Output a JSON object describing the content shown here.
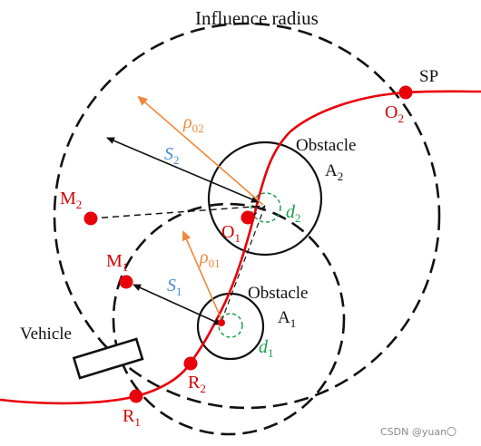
{
  "title": "Influence radius",
  "labels": {
    "sp": "SP",
    "obstacle_a2_name": "Obstacle",
    "obstacle_a2_id": "A",
    "obstacle_a2_sub": "2",
    "obstacle_a1_name": "Obstacle",
    "obstacle_a1_id": "A",
    "obstacle_a1_sub": "1",
    "vehicle": "Vehicle",
    "m2": "M",
    "m2_sub": "2",
    "m1": "M",
    "m1_sub": "1",
    "o1": "O",
    "o1_sub": "1",
    "o2": "O",
    "o2_sub": "2",
    "r1": "R",
    "r1_sub": "1",
    "r2": "R",
    "r2_sub": "2",
    "s2": "S",
    "s2_sub": "2",
    "s1": "S",
    "s1_sub": "1",
    "rho02": "ρ",
    "rho02_sub": "02",
    "rho01": "ρ",
    "rho01_sub": "01",
    "d2": "d",
    "d2_sub": "2",
    "d1": "d",
    "d1_sub": "1"
  },
  "watermark": "CSDN @yuan〇",
  "colors": {
    "path": "#e8000b",
    "point": "#e8000b",
    "label_red": "#d40000",
    "s_label": "#4a8ccf",
    "rho": "#f0883c",
    "d": "#1aa04a",
    "dark": "#111111"
  }
}
